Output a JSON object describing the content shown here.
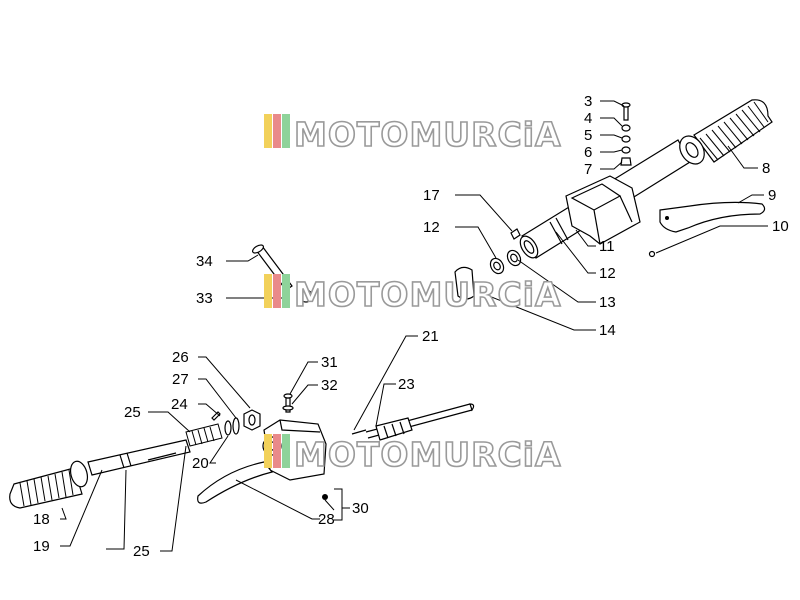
{
  "callouts": [
    {
      "id": "c3",
      "text": "3"
    },
    {
      "id": "c4",
      "text": "4"
    },
    {
      "id": "c5",
      "text": "5"
    },
    {
      "id": "c6",
      "text": "6"
    },
    {
      "id": "c7",
      "text": "7"
    },
    {
      "id": "c8",
      "text": "8"
    },
    {
      "id": "c9",
      "text": "9"
    },
    {
      "id": "c10",
      "text": "10"
    },
    {
      "id": "c11",
      "text": "11"
    },
    {
      "id": "c12a",
      "text": "12"
    },
    {
      "id": "c12b",
      "text": "12"
    },
    {
      "id": "c13",
      "text": "13"
    },
    {
      "id": "c14",
      "text": "14"
    },
    {
      "id": "c17",
      "text": "17"
    },
    {
      "id": "c18",
      "text": "18"
    },
    {
      "id": "c19",
      "text": "19"
    },
    {
      "id": "c20",
      "text": "20"
    },
    {
      "id": "c21",
      "text": "21"
    },
    {
      "id": "c23",
      "text": "23"
    },
    {
      "id": "c24",
      "text": "24"
    },
    {
      "id": "c25a",
      "text": "25"
    },
    {
      "id": "c25b",
      "text": "25"
    },
    {
      "id": "c26",
      "text": "26"
    },
    {
      "id": "c27",
      "text": "27"
    },
    {
      "id": "c28",
      "text": "28"
    },
    {
      "id": "c30",
      "text": "30"
    },
    {
      "id": "c31",
      "text": "31"
    },
    {
      "id": "c32",
      "text": "32"
    },
    {
      "id": "c33",
      "text": "33"
    },
    {
      "id": "c34",
      "text": "34"
    }
  ],
  "watermark": {
    "text": "MOTOMURCiA",
    "stripe_colors": [
      "#f2d15a",
      "#e98a8a",
      "#8fd39a"
    ]
  }
}
